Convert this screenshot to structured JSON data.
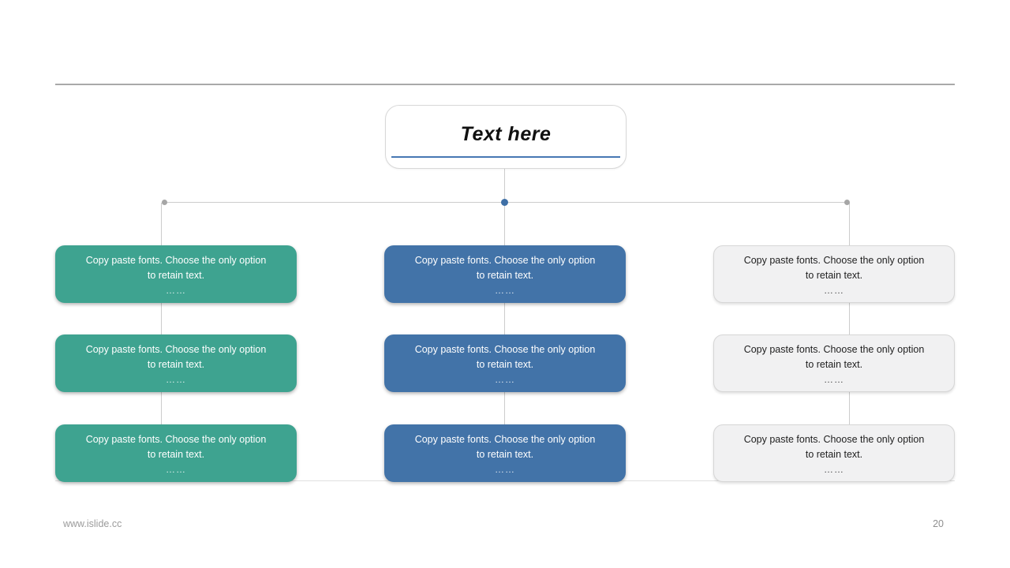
{
  "slide": {
    "title": "Text here",
    "footer": {
      "website": "www.islide.cc",
      "page_number": "20"
    }
  },
  "box_text": {
    "line1": "Copy paste fonts. Choose the only option",
    "line2": "to retain text.",
    "ellipsis": "……"
  },
  "layout_meta": {
    "rows_per_column": 3,
    "columns": [
      {
        "id": "left",
        "fill": "#3EA390",
        "text_color": "#FFFFFF"
      },
      {
        "id": "center",
        "fill": "#4273A8",
        "text_color": "#FFFFFF"
      },
      {
        "id": "right",
        "fill": "#F1F1F2",
        "text_color": "#1F1F1F"
      }
    ]
  },
  "connector": {
    "line_color": "#CCCCCC",
    "side_node_color": "#A6A6A6",
    "center_node_color": "#3E6FA6"
  },
  "accents": {
    "title_underline_color": "#4778B3",
    "top_rule_color": "#A9A9A9"
  }
}
